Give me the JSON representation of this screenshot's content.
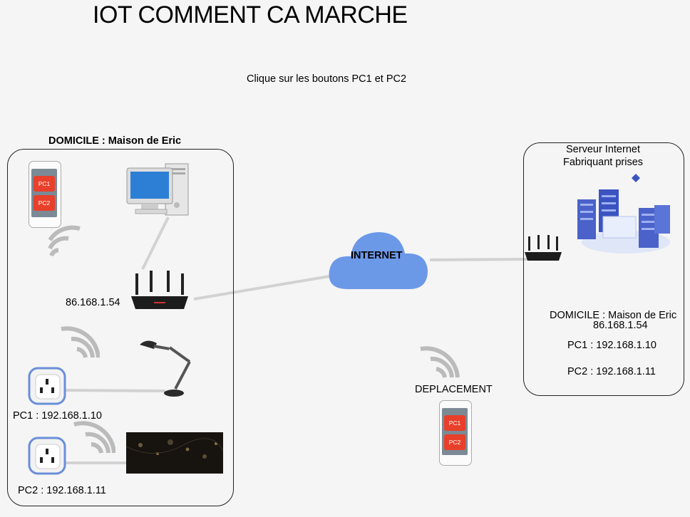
{
  "title": "IOT COMMENT CA MARCHE",
  "subtitle": "Clique sur les boutons PC1 et PC2",
  "home": {
    "title": "DOMICILE  : Maison de Eric",
    "router_ip": "86.168.1.54",
    "pc1_label": "PC1 : 192.168.1.10",
    "pc2_label": "PC2 : 192.168.1.11",
    "phone": {
      "btn1": "PC1",
      "btn2": "PC2"
    }
  },
  "internet": {
    "label": "INTERNET"
  },
  "server": {
    "title_line1": "Serveur Internet",
    "title_line2": "Fabriquant prises",
    "domicile": "DOMICILE  : Maison de Eric",
    "ip": "86.168.1.54",
    "pc1": "PC1 : 192.168.1.10",
    "pc2": "PC2 : 192.168.1.11"
  },
  "mobile": {
    "label": "DEPLACEMENT",
    "phone": {
      "btn1": "PC1",
      "btn2": "PC2"
    }
  },
  "colors": {
    "cloud": "#6c98e8",
    "button": "#e8402a",
    "link": "#d4d4d4"
  }
}
